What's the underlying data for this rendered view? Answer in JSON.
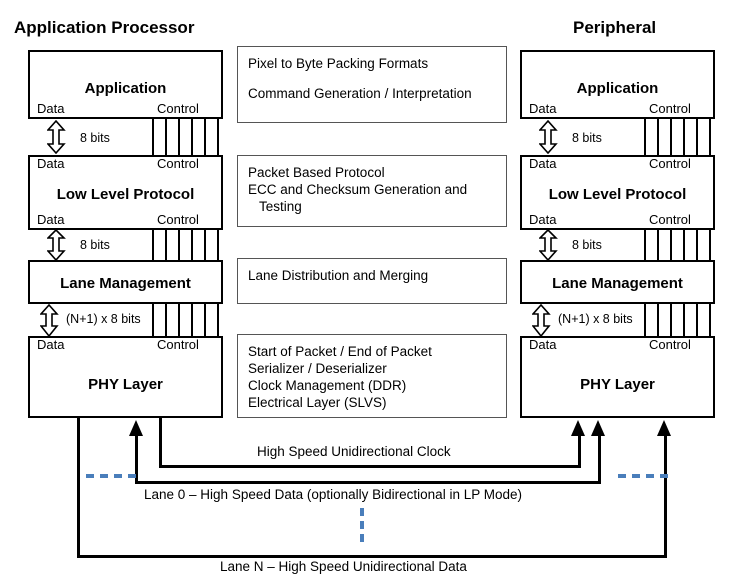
{
  "columns": {
    "left": {
      "title": "Application Processor"
    },
    "right": {
      "title": "Peripheral"
    }
  },
  "ports": {
    "data": "Data",
    "control": "Control"
  },
  "layers": [
    {
      "id": "application",
      "name": "Application"
    },
    {
      "id": "low-level-protocol",
      "name": "Low Level Protocol"
    },
    {
      "id": "lane-management",
      "name": "Lane Management"
    },
    {
      "id": "phy-layer",
      "name": "PHY Layer"
    }
  ],
  "interconnects": [
    {
      "id": "app-to-llp",
      "width_label": "8 bits"
    },
    {
      "id": "llp-to-lane",
      "width_label": "8 bits"
    },
    {
      "id": "lane-to-phy",
      "width_label": "(N+1) x 8 bits"
    }
  ],
  "descriptions": [
    {
      "id": "application-desc",
      "lines": [
        "Pixel to Byte Packing Formats",
        "Command Generation / Interpretation"
      ],
      "spaced": true
    },
    {
      "id": "low-level-protocol-desc",
      "lines": [
        "Packet Based Protocol",
        "ECC and Checksum Generation and",
        "   Testing"
      ],
      "spaced": false
    },
    {
      "id": "lane-management-desc",
      "lines": [
        "Lane Distribution and Merging"
      ],
      "spaced": false
    },
    {
      "id": "phy-layer-desc",
      "lines": [
        "Start of Packet / End of Packet",
        "Serializer / Deserializer",
        "Clock Management (DDR)",
        "Electrical Layer (SLVS)"
      ],
      "spaced": false
    }
  ],
  "buses": [
    {
      "id": "clock-bus",
      "label": "High Speed Unidirectional Clock"
    },
    {
      "id": "lane0-bus",
      "label": "Lane 0 – High Speed Data (optionally Bidirectional in LP Mode)"
    },
    {
      "id": "laneN-bus",
      "label": "Lane N – High Speed Unidirectional Data"
    }
  ],
  "colors": {
    "line": "#000000",
    "accent_dash": "#4a7ebb",
    "desc_border": "#555555"
  }
}
